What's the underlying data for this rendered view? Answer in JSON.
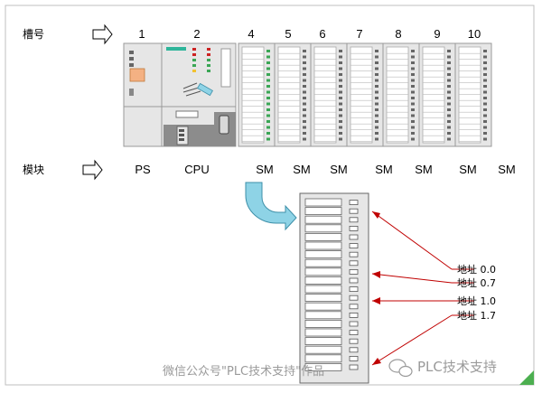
{
  "labels": {
    "slot": "槽号",
    "module": "模块"
  },
  "slot_numbers": [
    "1",
    "2",
    "4",
    "5",
    "6",
    "7",
    "8",
    "9",
    "10"
  ],
  "module_names": [
    "PS",
    "CPU",
    "SM",
    "SM",
    "SM",
    "SM",
    "SM",
    "SM",
    "SM"
  ],
  "address_labels": [
    "地址 0.0",
    "地址 0.7",
    "地址 1.0",
    "地址 1.7"
  ],
  "watermark": {
    "text": "微信公众号\"PLC技术支持\"作品",
    "brand": "PLC技术支持"
  },
  "colors": {
    "frame": "#bfbfbf",
    "module_fill": "#e6e6e6",
    "module_dark": "#8c8c8c",
    "led_green": "#3aa655",
    "led_red": "#cc2222",
    "ps_orange": "#f4b183",
    "pointer": "#c00000",
    "flow_arrow": "#8ed3e6",
    "corner_mark": "#4caf50"
  },
  "icons": [
    "right-outline-arrow-icon",
    "curved-flow-arrow-icon",
    "wechat-logo-icon",
    "resize-corner-icon"
  ]
}
